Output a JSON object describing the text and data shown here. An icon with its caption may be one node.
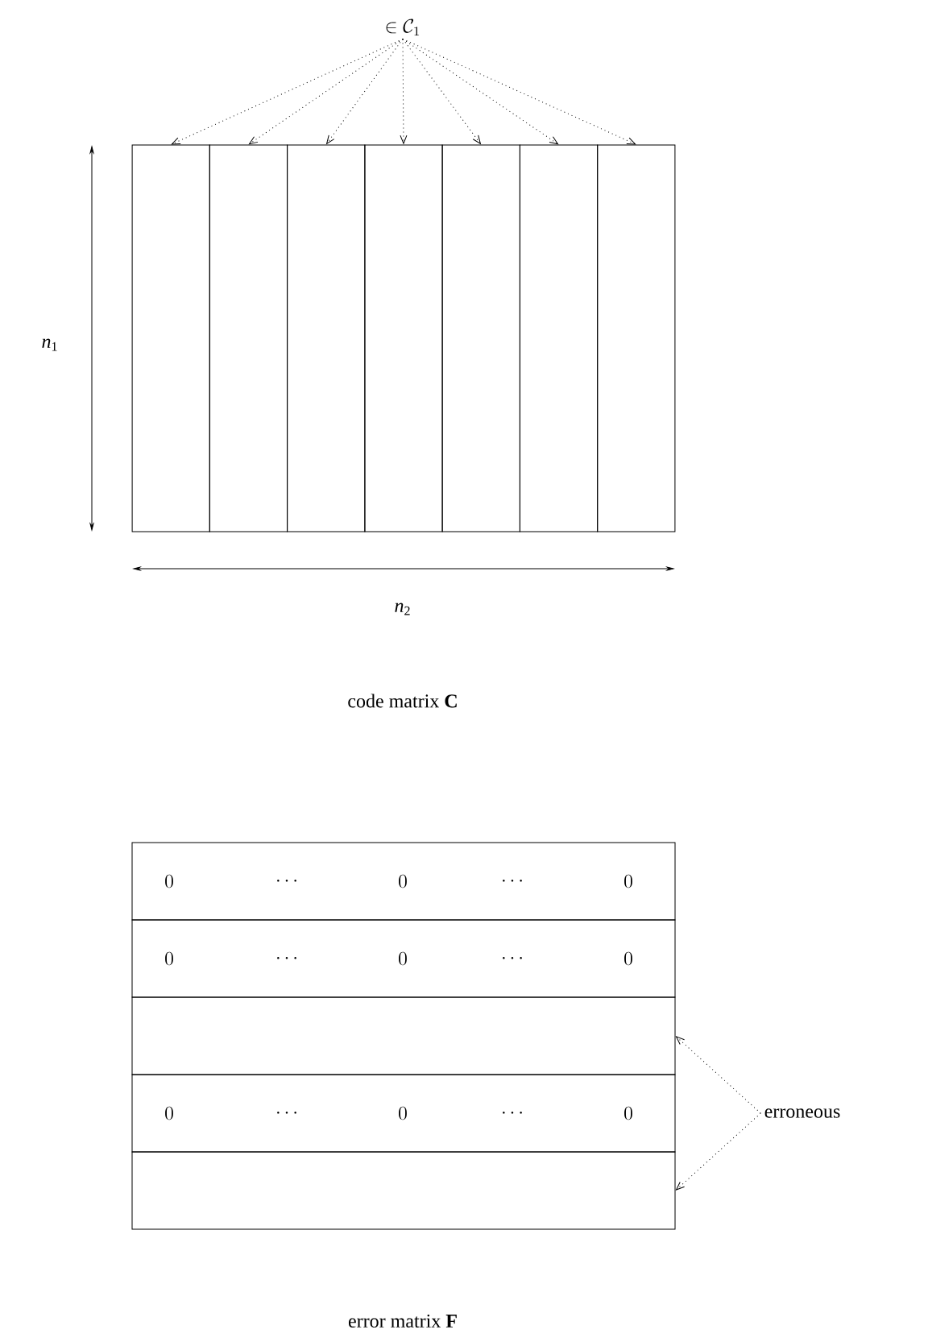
{
  "diagram": {
    "nodes": [
      {
        "text": [
          "\\in \\mathcal{C}_1"
        ]
      },
      {
        "text": [],
        "shape": "box"
      },
      {
        "text": [],
        "shape": "box"
      },
      {
        "text": [],
        "shape": "box"
      },
      {
        "text": [],
        "shape": "box"
      },
      {
        "text": [],
        "shape": "box"
      },
      {
        "text": [],
        "shape": "box"
      },
      {
        "text": [],
        "shape": "box"
      },
      {
        "text": [
          "0",
          "\\cdots",
          "0",
          "\\cdots",
          "0"
        ]
      },
      {
        "text": [
          "0",
          "\\cdots",
          "0",
          "\\cdots",
          "0"
        ]
      },
      {
        "text": [],
        "shape": "box"
      },
      {
        "text": [
          "0",
          "\\cdots",
          "0",
          "\\cdots",
          "0"
        ]
      },
      {
        "text": [],
        "shape": "box"
      },
      {
        "text": [
          "erroneous"
        ]
      }
    ],
    "edges": [
      {
        "from": 0,
        "to": 1,
        "arrow": "to",
        "style": "dashed"
      },
      {
        "from": 0,
        "to": 2,
        "arrow": "to",
        "style": "dashed"
      },
      {
        "from": 0,
        "to": 3,
        "arrow": "to",
        "style": "dashed"
      },
      {
        "from": 0,
        "to": 4,
        "arrow": "to",
        "style": "dashed"
      },
      {
        "from": 0,
        "to": 5,
        "arrow": "to",
        "style": "dashed"
      },
      {
        "from": 0,
        "to": 6,
        "arrow": "to",
        "style": "dashed"
      },
      {
        "from": 0,
        "to": 7,
        "arrow": "to",
        "style": "dashed"
      },
      {
        "from": 13,
        "to": 10,
        "arrow": "to",
        "style": "dashed"
      },
      {
        "from": 13,
        "to": 12,
        "arrow": "to",
        "style": "dashed"
      }
    ],
    "labels": [
      "*n*$_{1}$",
      "*n*$_{2}$",
      "code matrix **C**",
      "error matrix **F**"
    ]
  }
}
